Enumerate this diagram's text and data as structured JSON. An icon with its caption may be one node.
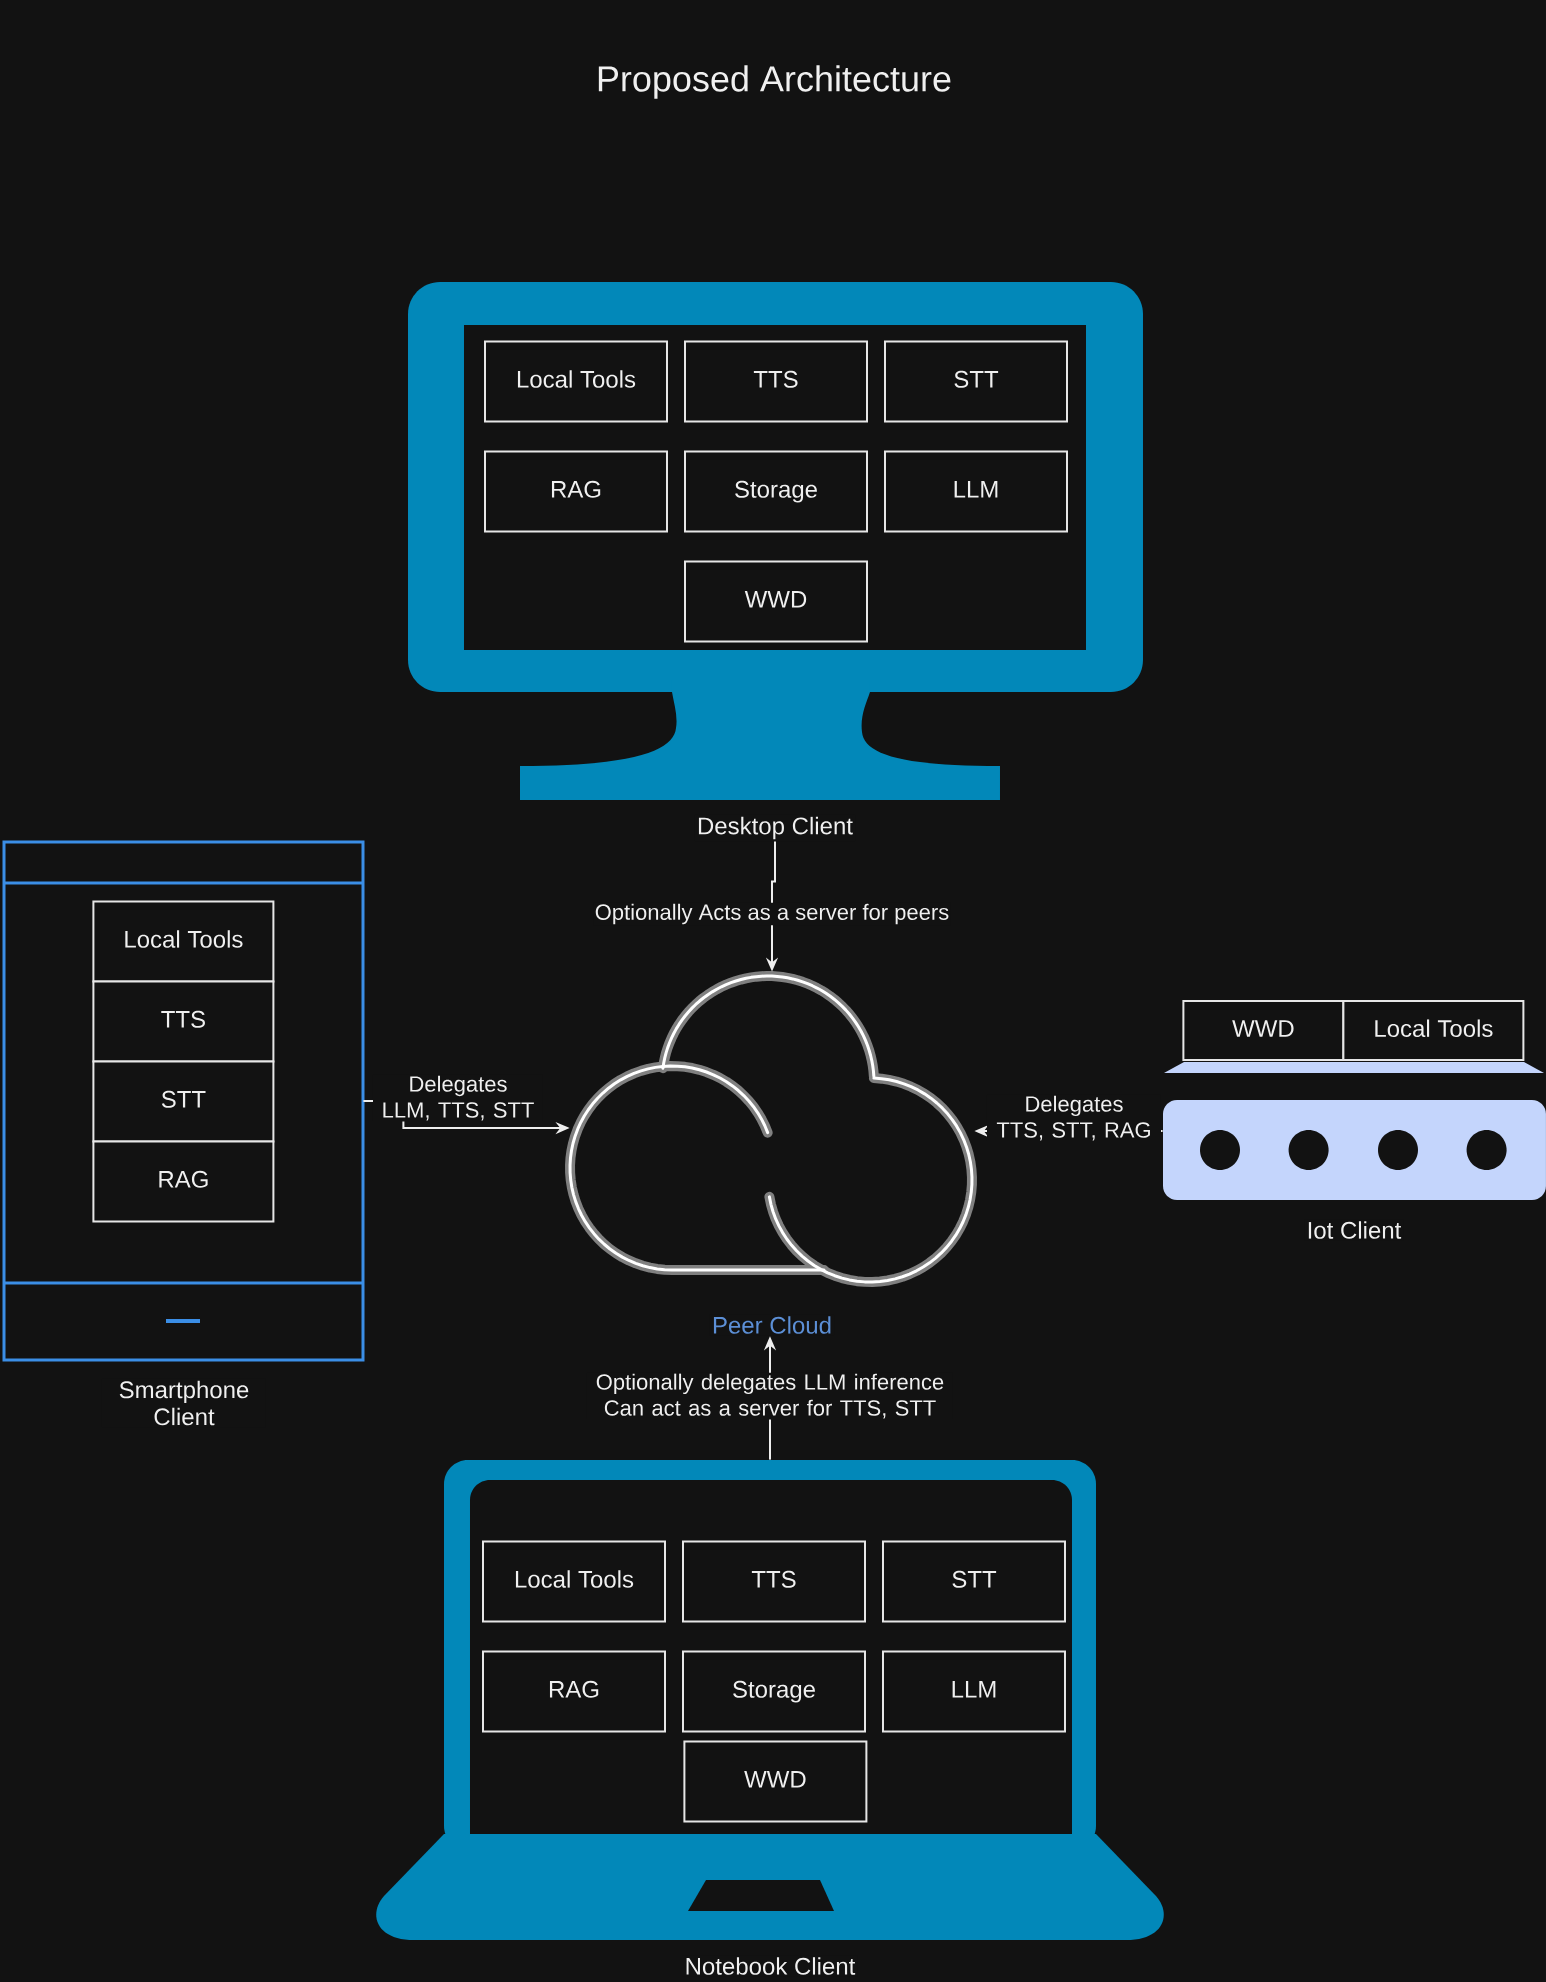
{
  "diagram": {
    "title": "Proposed Architecture",
    "nodes": [
      {
        "text": [
          "Desktop Client"
        ]
      },
      {
        "text": [
          "Local Tools"
        ],
        "in": 0
      },
      {
        "text": [
          "TTS"
        ],
        "in": 0
      },
      {
        "text": [
          "STT"
        ],
        "in": 0
      },
      {
        "text": [
          "RAG"
        ],
        "in": 0
      },
      {
        "text": [
          "Storage"
        ],
        "in": 0
      },
      {
        "text": [
          "LLM"
        ],
        "in": 0
      },
      {
        "text": [
          "WWD"
        ],
        "in": 0
      },
      {
        "text": [
          "Smartphone Client"
        ]
      },
      {
        "text": [
          "Local Tools"
        ],
        "in": 8
      },
      {
        "text": [
          "TTS"
        ],
        "in": 8
      },
      {
        "text": [
          "STT"
        ],
        "in": 8
      },
      {
        "text": [
          "RAG"
        ],
        "in": 8
      },
      {
        "text": [
          "Peer Cloud"
        ]
      },
      {
        "text": [
          "Iot Client"
        ]
      },
      {
        "text": [
          "WWD"
        ]
      },
      {
        "text": [
          "Local Tools"
        ]
      },
      {
        "text": [
          "Notebook Client"
        ]
      },
      {
        "text": [
          "Local Tools"
        ],
        "in": 17
      },
      {
        "text": [
          "TTS"
        ],
        "in": 17
      },
      {
        "text": [
          "STT"
        ],
        "in": 17
      },
      {
        "text": [
          "RAG"
        ],
        "in": 17
      },
      {
        "text": [
          "Storage"
        ],
        "in": 17
      },
      {
        "text": [
          "LLM"
        ],
        "in": 17
      },
      {
        "text": [
          "WWD"
        ],
        "in": 17
      }
    ],
    "edges": [
      {
        "from": 0,
        "to": 13,
        "arrow": "to",
        "label": "Optionally Acts as a server for peers"
      },
      {
        "from": 8,
        "to": 13,
        "arrow": "to",
        "label": "Delegates LLM, TTS, STT"
      },
      {
        "from": 14,
        "to": 13,
        "arrow": "to",
        "label": "Delegates TTS, STT, RAG"
      },
      {
        "from": 17,
        "to": 13,
        "arrow": "to",
        "label": "Optionally delegates LLM inference Can act as a server for TTS, STT"
      }
    ]
  }
}
